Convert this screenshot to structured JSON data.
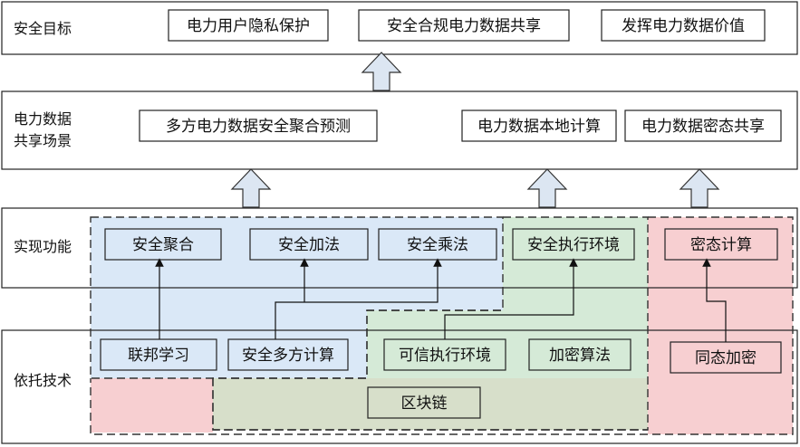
{
  "layers": {
    "goals": {
      "label": "安全目标",
      "items": [
        "电力用户隐私保护",
        "安全合规电力数据共享",
        "发挥电力数据价值"
      ]
    },
    "scenarios": {
      "label_line1": "电力数据",
      "label_line2": "共享场景",
      "items": [
        "多方电力数据安全聚合预测",
        "电力数据本地计算",
        "电力数据密态共享"
      ]
    },
    "functions": {
      "label": "实现功能",
      "items": [
        "安全聚合",
        "安全加法",
        "安全乘法",
        "安全执行环境",
        "密态计算"
      ]
    },
    "technologies": {
      "label": "依托技术",
      "items": [
        "联邦学习",
        "安全多方计算",
        "可信执行环境",
        "加密算法",
        "同态加密",
        "区块链"
      ]
    }
  },
  "colors": {
    "blue_region": "#dae8f7",
    "green_region": "#d5ead7",
    "red_region": "#f7cfd1",
    "olive_region": "#d7dfca",
    "arrow_fill": "#dce6f2",
    "border": "#222222"
  }
}
